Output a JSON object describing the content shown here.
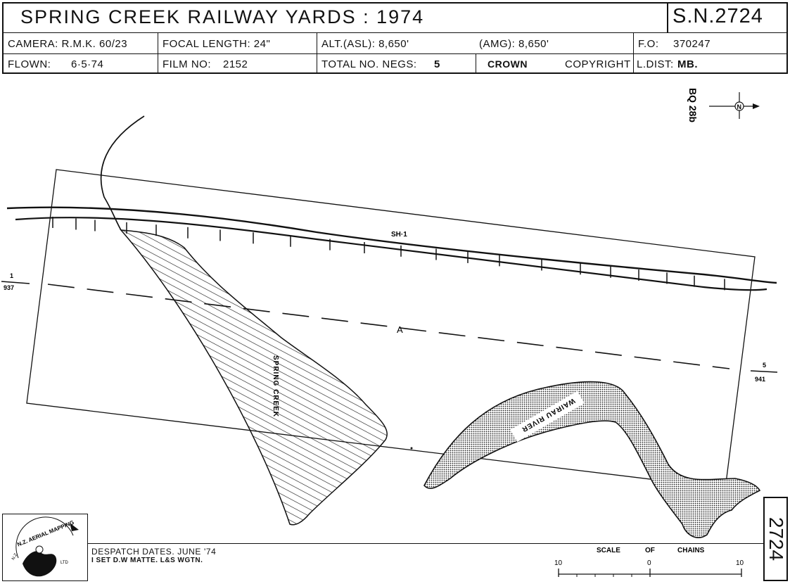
{
  "header": {
    "title": "SPRING  CREEK  RAILWAY  YARDS :  1974",
    "sheet_number": "S.N.2724",
    "camera_label": "CAMERA: R.M.K. 60/23",
    "focal_length_label": "FOCAL  LENGTH:  24\"",
    "alt_asl_label": "ALT.(ASL): 8,650'",
    "amg_label": "(AMG): 8,650'",
    "fo_label": "F.O:",
    "fo_value": "370247",
    "flown_label": "FLOWN:",
    "flown_value": "6·5·74",
    "film_label": "FILM  NO:",
    "film_value": "2152",
    "negs_label": "TOTAL  NO.  NEGS:",
    "negs_value": "5",
    "crown_label": "CROWN",
    "copyright_label": "COPYRIGHT",
    "ldist_label": "L.DIST:",
    "ldist_value": "MB."
  },
  "map": {
    "reference_code": "BQ 28b",
    "north_letter": "N",
    "highway_label": "SH·1",
    "flight_line_label": "A",
    "river_label": "WAIRAU  RIVER",
    "creek_label": "SPRING  CREEK",
    "run_start_top": "1",
    "run_start_bottom": "937",
    "run_end_top": "5",
    "run_end_bottom": "941"
  },
  "footer": {
    "logo_text": "N.Z. AERIAL MAPPING LTD",
    "despatch_line1": "DESPATCH  DATES.  JUNE  '74",
    "despatch_line2": "I  SET  D.W  MATTE.  L&S  WGTN.",
    "scale_title_1": "SCALE",
    "scale_title_2": "OF",
    "scale_title_3": "CHAINS",
    "scale_left": "10",
    "scale_mid": "0",
    "scale_right": "10",
    "side_number": "2724"
  },
  "colors": {
    "ink": "#111111",
    "paper": "#ffffff",
    "stipple": "#bdbdbd"
  }
}
